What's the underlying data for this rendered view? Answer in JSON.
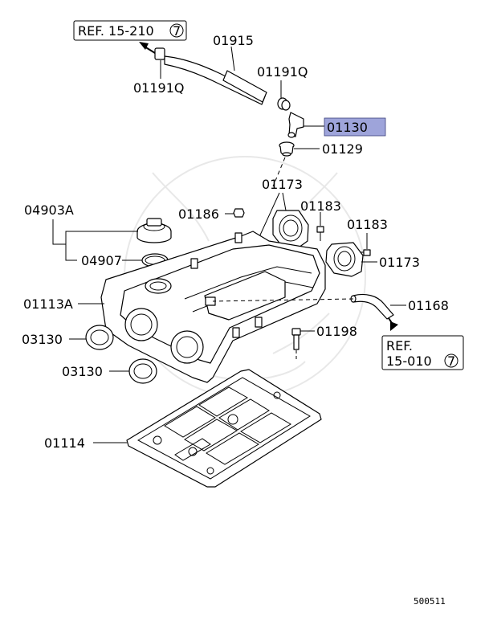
{
  "labels": {
    "ref_top": "REF. 15-210",
    "ref_top_circle": "7",
    "p01915": "01915",
    "p01191q_left": "01191Q",
    "p01191q_right": "01191Q",
    "p01130": "01130",
    "p01129": "01129",
    "p01173_top": "01173",
    "p04903a": "04903A",
    "p01186": "01186",
    "p01183_a": "01183",
    "p01183_b": "01183",
    "p04907": "04907",
    "p01173_right": "01173",
    "p01113a": "01113A",
    "p01168": "01168",
    "p03130_a": "03130",
    "p01198": "01198",
    "ref_bottom_line1": "REF.",
    "ref_bottom_line2": "15-010",
    "ref_bottom_circle": "7",
    "p03130_b": "03130",
    "p01114": "01114",
    "figure_code": "500511"
  },
  "highlight_color": "#9ea4da"
}
